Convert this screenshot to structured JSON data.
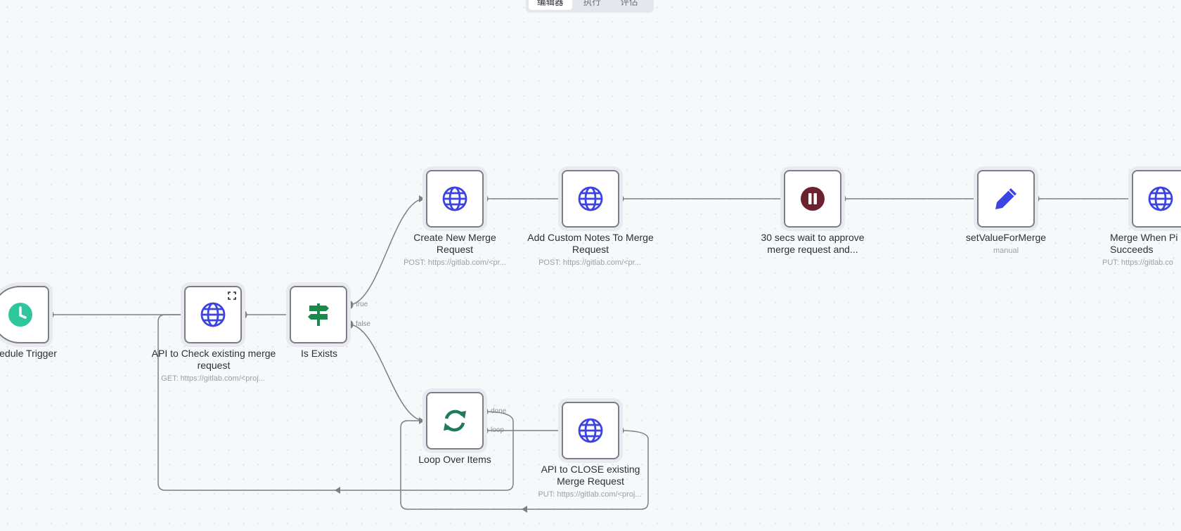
{
  "topbar": {
    "tabs": [
      {
        "label": "编辑器"
      },
      {
        "label": "执行"
      },
      {
        "label": "评估"
      }
    ]
  },
  "nodes": {
    "schedule": {
      "label": "edule Trigger",
      "icon": "clock-icon",
      "color": "#2fc59d"
    },
    "check": {
      "label": "API to Check existing merge request",
      "sub": "GET: https://gitlab.com/<proj...",
      "icon": "globe-icon",
      "color": "#3b43e0"
    },
    "exists": {
      "label": "Is Exists",
      "icon": "signpost-icon",
      "color": "#1a8a4a",
      "out_true": "true",
      "out_false": "false"
    },
    "create": {
      "label": "Create New Merge Request",
      "sub": "POST: https://gitlab.com/<pr...",
      "icon": "globe-icon",
      "color": "#3b43e0"
    },
    "notes": {
      "label": "Add Custom Notes To Merge Request",
      "sub": "POST: https://gitlab.com/<pr...",
      "icon": "globe-icon",
      "color": "#3b43e0"
    },
    "wait": {
      "label": "30 secs wait to approve merge request and...",
      "icon": "pause-icon",
      "color": "#6b2130"
    },
    "setvalue": {
      "label": "setValueForMerge",
      "sub": "manual",
      "icon": "pencil-icon",
      "color": "#3b43e0"
    },
    "merge": {
      "label": "Merge When Pi Succeeds",
      "sub": "PUT: https://gitlab.co",
      "icon": "globe-icon",
      "color": "#3b43e0"
    },
    "loop": {
      "label": "Loop Over Items",
      "icon": "refresh-icon",
      "color": "#1f7a5a",
      "out_done": "done",
      "out_loop": "loop"
    },
    "close": {
      "label": "API to CLOSE existing Merge Request",
      "sub": "PUT: https://gitlab.com/<proj...",
      "icon": "globe-icon",
      "color": "#3b43e0"
    }
  },
  "colors": {
    "edge": "#7a7f87",
    "node_border": "#7a7f87",
    "node_halo": "#e8eaf0"
  }
}
